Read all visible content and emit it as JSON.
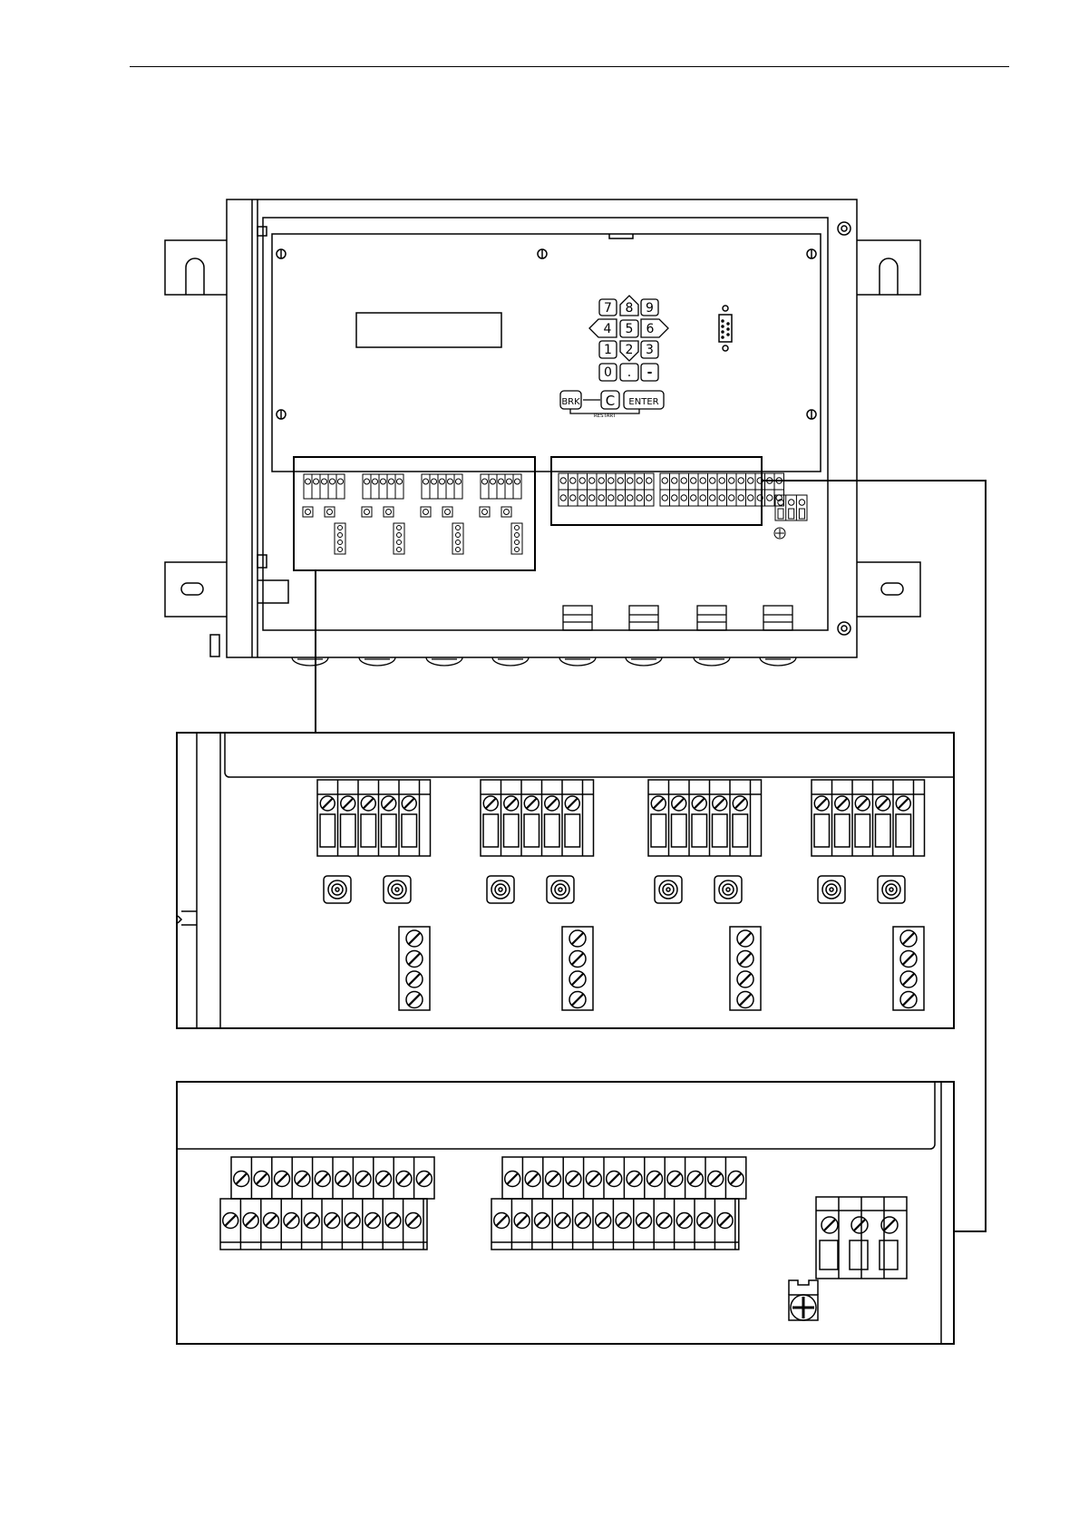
{
  "keypad": {
    "keys": [
      "7",
      "8",
      "9",
      "4",
      "5",
      "6",
      "1",
      "2",
      "3",
      "0",
      ".",
      "-"
    ],
    "brk_label": "BRK",
    "clear_label": "C",
    "enter_label": "ENTER",
    "restart_label": "RESTART"
  },
  "colors": {
    "line": "#000000",
    "background": "#ffffff"
  },
  "icons": [
    "screw-icon",
    "db9-connector-icon",
    "earth-terminal-icon"
  ]
}
